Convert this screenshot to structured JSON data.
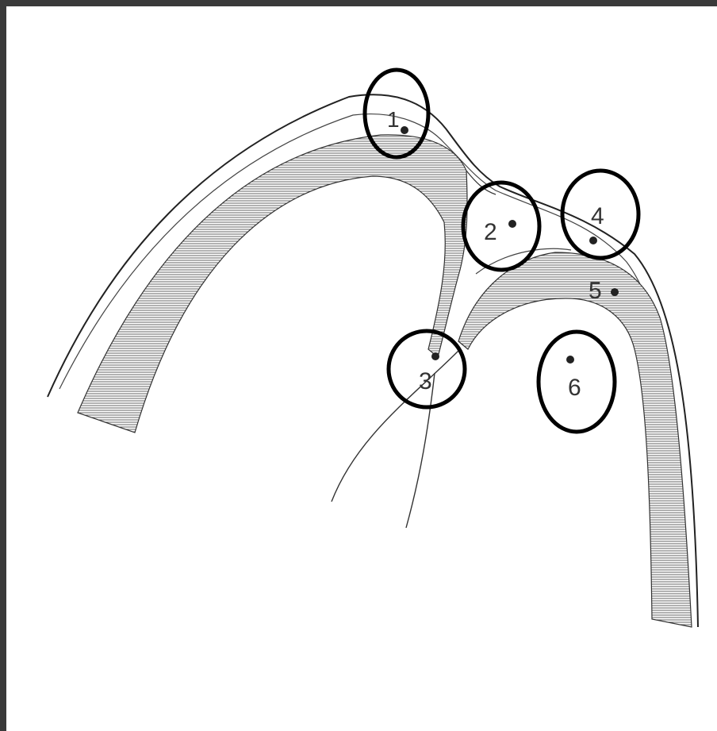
{
  "diagram": {
    "points": [
      {
        "id": "1",
        "label": "1",
        "circled": true
      },
      {
        "id": "2",
        "label": "2",
        "circled": true
      },
      {
        "id": "3",
        "label": "3",
        "circled": true
      },
      {
        "id": "4",
        "label": "4",
        "circled": true
      },
      {
        "id": "5",
        "label": "5",
        "circled": false
      },
      {
        "id": "6",
        "label": "6",
        "circled": true
      }
    ]
  }
}
